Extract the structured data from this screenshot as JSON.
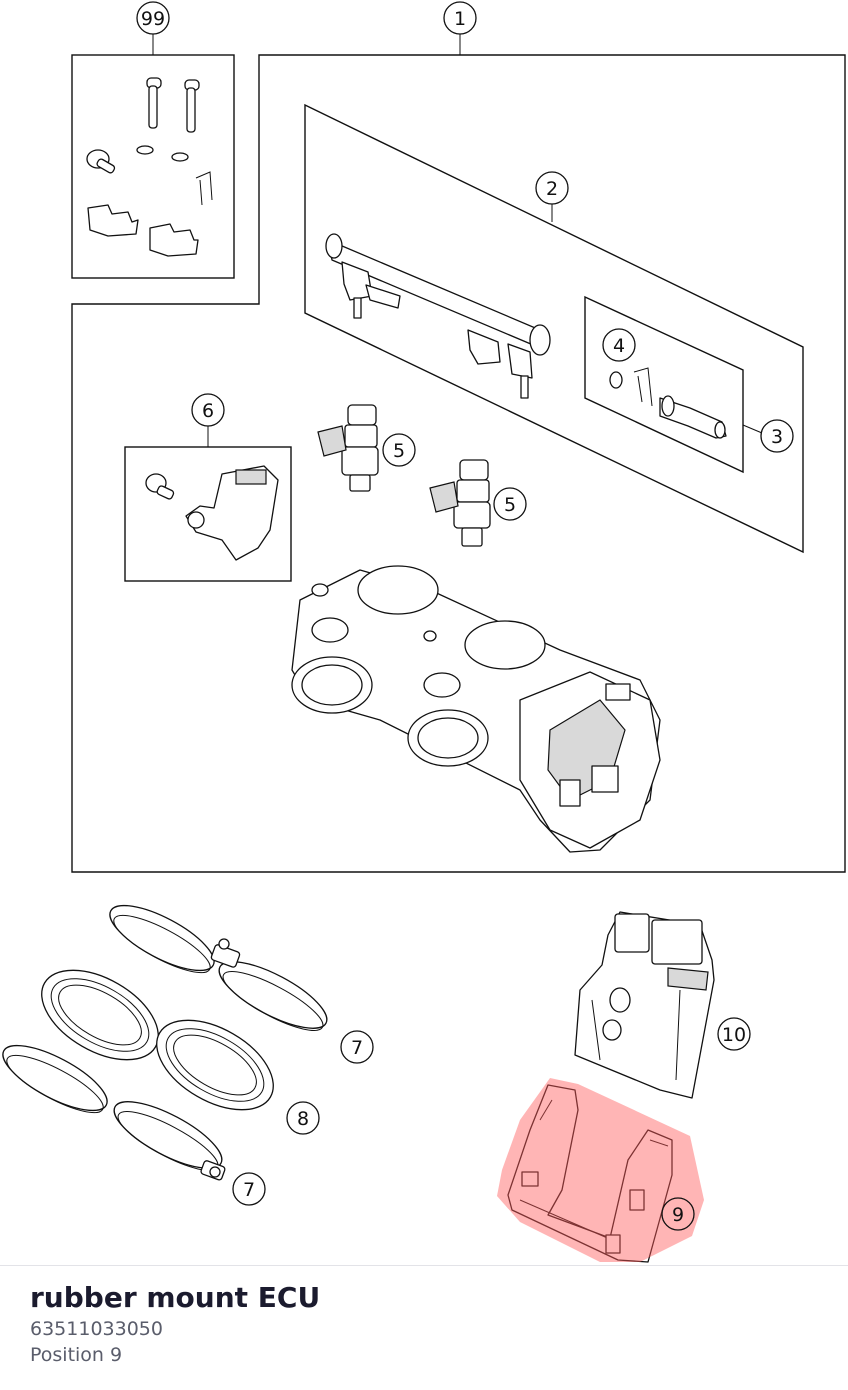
{
  "diagram": {
    "labels": {
      "p99": "99",
      "p1": "1",
      "p2": "2",
      "p3": "3",
      "p4": "4",
      "p5a": "5",
      "p5b": "5",
      "p6": "6",
      "p7a": "7",
      "p7b": "7",
      "p8": "8",
      "p9": "9",
      "p10": "10"
    },
    "highlight_color": "#ff5a5a",
    "highlighted_position": "9"
  },
  "part": {
    "name": "rubber mount ECU",
    "number": "63511033050",
    "position": "Position 9"
  }
}
